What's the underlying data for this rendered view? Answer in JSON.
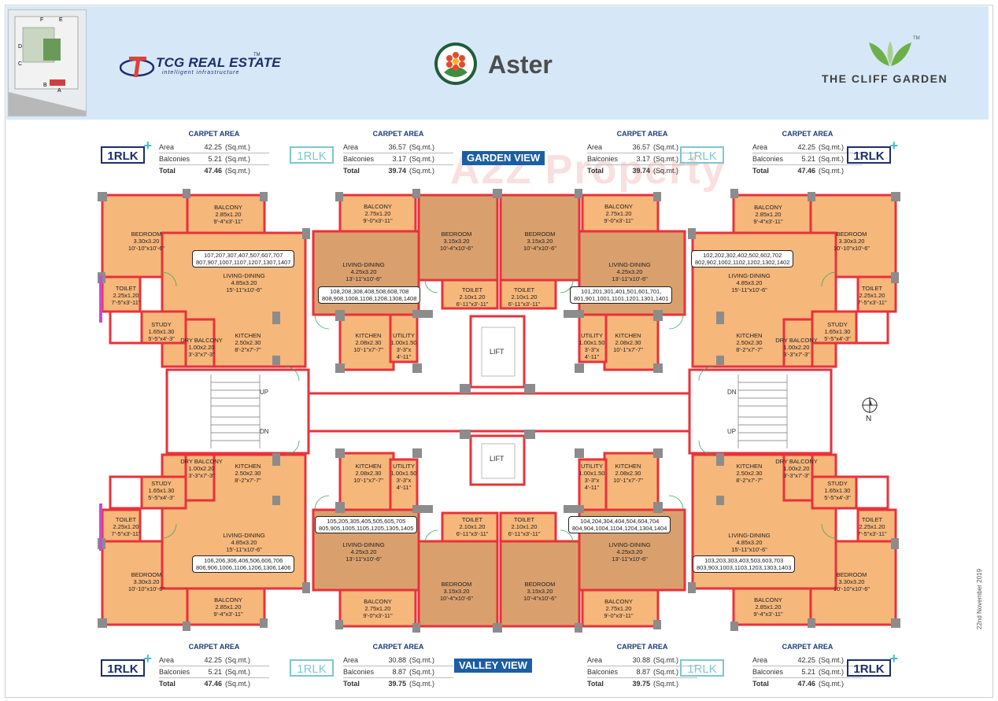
{
  "header": {
    "developer_name": "TCG REAL ESTATE",
    "developer_trademark": "TM",
    "developer_tagline": "intelligent infrastructure",
    "project_name": "Aster",
    "project_brand": "THE CLIFF GARDEN",
    "brand_trademark": "TM",
    "siteplan_labels": [
      "E",
      "F",
      "D",
      "C",
      "B",
      "A"
    ]
  },
  "watermark": "A2Z Property",
  "views": {
    "top": "GARDEN VIEW",
    "bottom": "VALLEY VIEW"
  },
  "area_table": {
    "title": "CARPET AREA",
    "row_labels": {
      "area": "Area",
      "balconies": "Balconies",
      "total": "Total"
    },
    "unit": "(Sq.mt.)",
    "top": [
      {
        "area": "42.25",
        "balconies": "5.21",
        "total": "47.46",
        "tag": "1RLK"
      },
      {
        "area": "36.57",
        "balconies": "3.17",
        "total": "39.74",
        "tag": "1RLK"
      },
      {
        "area": "36.57",
        "balconies": "3.17",
        "total": "39.74",
        "tag": "1RLK"
      },
      {
        "area": "42.25",
        "balconies": "5.21",
        "total": "47.46",
        "tag": "1RLK"
      }
    ],
    "bottom": [
      {
        "area": "42.25",
        "balconies": "5.21",
        "total": "47.46",
        "tag": "1RLK"
      },
      {
        "area": "30.88",
        "balconies": "8.87",
        "total": "39.75",
        "tag": "1RLK"
      },
      {
        "area": "30.88",
        "balconies": "8.87",
        "total": "39.75",
        "tag": "1RLK"
      },
      {
        "area": "42.25",
        "balconies": "5.21",
        "total": "47.46",
        "tag": "1RLK"
      }
    ]
  },
  "rooms": [
    {
      "name": "BALCONY",
      "dim1": "2.85x1.20",
      "dim2": "9'-4\"x3'-11\""
    },
    {
      "name": "BEDROOM",
      "dim1": "3.30x3.20",
      "dim2": "10'-10\"x10'-6\""
    },
    {
      "name": "LIVING-DINING",
      "dim1": "4.85x3.20",
      "dim2": "15'-11\"x10'-6\""
    },
    {
      "name": "TOILET",
      "dim1": "2.25x1.20",
      "dim2": "7'-5\"x3'-11\""
    },
    {
      "name": "STUDY",
      "dim1": "1.65x1.30",
      "dim2": "5'-5\"x4'-3\""
    },
    {
      "name": "DRY BALCONY",
      "dim1": "1.00x2.20",
      "dim2": "3'-3\"x7'-3\""
    },
    {
      "name": "KITCHEN",
      "dim1": "2.50x2.30",
      "dim2": "8'-2\"x7'-7\""
    },
    {
      "name": "BALCONY",
      "dim1": "2.75x1.20",
      "dim2": "9'-0\"x3'-11\""
    },
    {
      "name": "LIVING-DINING",
      "dim1": "4.25x3.20",
      "dim2": "13'-11\"x10'-6\""
    },
    {
      "name": "BEDROOM",
      "dim1": "3.15x3.20",
      "dim2": "10'-4\"x10'-6\""
    },
    {
      "name": "TOILET",
      "dim1": "2.10x1.20",
      "dim2": "6'-11\"x3'-11\""
    },
    {
      "name": "KITCHEN",
      "dim1": "2.08x2.30",
      "dim2": "10'-1\"x7'-7\""
    },
    {
      "name": "UTILITY",
      "dim1": "1.00x1.50",
      "dim2": "3'-3\"x",
      "dim3": "4'-11\""
    }
  ],
  "flat_numbers": {
    "top_left": [
      "107,207,307,407,507,607,707",
      "807,907,1007,1107,1207,1307,1407"
    ],
    "top_mid_left": [
      "108,208,308,408,508,608,708",
      "808,908,1008,1108,1208,1308,1408"
    ],
    "top_mid_right": [
      "101,201,301,401,501,601,701,",
      "801,901,1001,1101,1201,1301,1401"
    ],
    "top_right": [
      "102,202,302,402,502,602,702",
      "802,902,1002,1102,1202,1302,1402"
    ],
    "bottom_left": [
      "106,206,306,406,506,606,706",
      "806,906,1006,1106,1206,1306,1406"
    ],
    "bottom_mid_left": [
      "105,205,305,405,505,605,705",
      "805,905,1005,1105,1205,1305,1405"
    ],
    "bottom_mid_right": [
      "104,204,304,404,504,604,704",
      "804,904,1004,1104,1204,1304,1404"
    ],
    "bottom_right": [
      "103,203,303,403,503,603,703",
      "803,903,1003,1103,1203,1303,1403"
    ]
  },
  "core": {
    "lift": "LIFT",
    "up": "UP",
    "dn": "DN",
    "north": "N"
  },
  "date": "22nd November 2019",
  "colors": {
    "room_fill": "#f6b77a",
    "room_fill_dark": "#d9a06e",
    "wall": "#e8323b",
    "column": "#8c8c8c",
    "header_bg": "#d6e8f7",
    "brand_blue": "#1c2d6e"
  }
}
